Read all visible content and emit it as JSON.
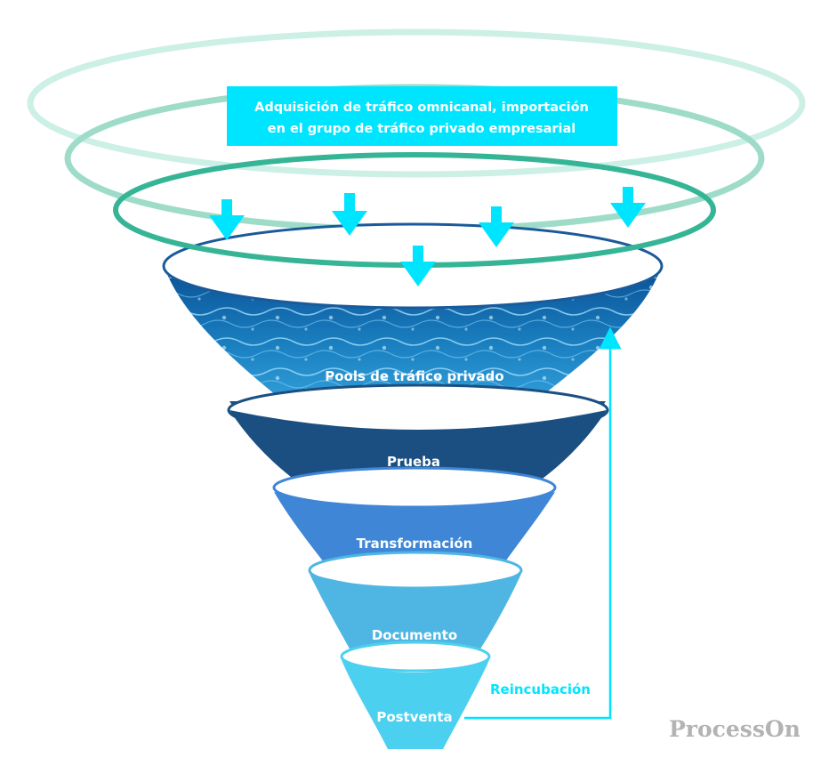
{
  "header": {
    "lines": [
      "Adquisición de tráfico omnicanal, importación",
      "en el grupo de tráfico privado empresarial"
    ]
  },
  "stages": [
    {
      "label": "Pools de tráfico privado"
    },
    {
      "label": "Prueba"
    },
    {
      "label": "Transformación"
    },
    {
      "label": "Documento"
    },
    {
      "label": "Postventa"
    }
  ],
  "loop": {
    "label": "Reincubación"
  },
  "watermark": "ProcessOn",
  "colors": {
    "accent": "#00e5ff",
    "ring_outer": "#ccefe6",
    "ring_middle": "#9edcc9",
    "ring_inner": "#36b596",
    "water": "#1a7fc0",
    "prueba": "#1b4f82",
    "transformacion": "#3f86d6",
    "documento": "#4fb6e3",
    "postventa": "#4bd0f0"
  }
}
